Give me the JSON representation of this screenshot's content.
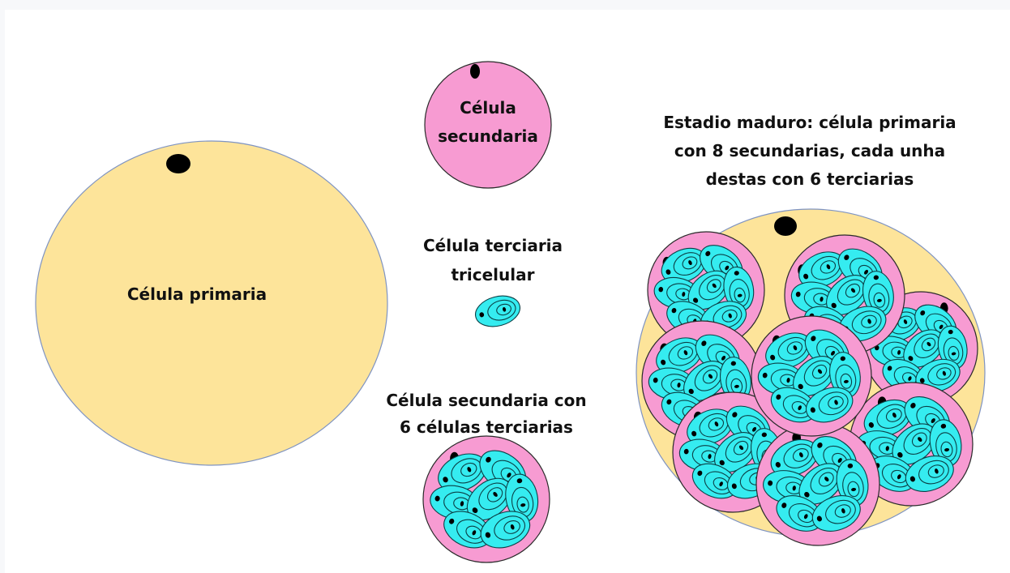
{
  "labels": {
    "primary": "Célula primaria",
    "secondary_line1": "Célula",
    "secondary_line2": "secundaria",
    "tertiary_line1": "Célula terciaria",
    "tertiary_line2": "tricelular",
    "secondary_group_line1": "Célula secundaria con",
    "secondary_group_line2": "6 células  terciarias",
    "mature_line1": "Estadio maduro: célula primaria",
    "mature_line2": "con 8 secundarias, cada unha",
    "mature_line3": "destas con 6 terciarias"
  },
  "colors": {
    "primary_fill": "#fde49a",
    "primary_stroke": "#7f94c2",
    "secondary_fill": "#f79bd2",
    "secondary_stroke": "#2a2a2a",
    "tertiary_fill": "#35ecf0",
    "tertiary_stroke": "#0b3f45",
    "nucleus": "#000000"
  }
}
